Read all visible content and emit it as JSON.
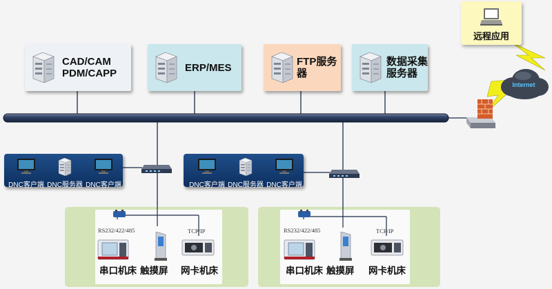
{
  "servers": [
    {
      "label": "CAD/CAM\nPDM/CAPP",
      "bg": "#eef2f7",
      "icon": "server-rack-icon"
    },
    {
      "label": "ERP/MES",
      "bg": "#c9e7ec",
      "icon": "server-rack-icon"
    },
    {
      "label": "FTP服务器",
      "bg": "#fbd8bd",
      "icon": "server-rack-icon"
    },
    {
      "label": "数据采集\n服务器",
      "bg": "#c9e7ec",
      "icon": "server-rack-icon"
    }
  ],
  "remote": {
    "label": "远程应用",
    "icon": "laptop-icon"
  },
  "internet": {
    "label": "Internet",
    "icon": "cloud-icon"
  },
  "firewall": {
    "icon": "firewall-icon"
  },
  "dnc_groups": [
    {
      "items": [
        "DNC客户端",
        "DNC服务器",
        "DNC客户端"
      ]
    },
    {
      "items": [
        "DNC客户端",
        "DNC服务器",
        "DNC客户端"
      ]
    }
  ],
  "machine_groups": [
    {
      "serial_protocol": "RS232/422/485",
      "tcp_protocol": "TCP/IP",
      "labels": [
        "串口机床",
        "触摸屏",
        "网卡机床"
      ]
    },
    {
      "serial_protocol": "RS232/422/485",
      "tcp_protocol": "TCP/IP",
      "labels": [
        "串口机床",
        "触摸屏",
        "网卡机床"
      ]
    }
  ],
  "colors": {
    "backbone": "#2b3c58",
    "dnc_panel": "#17457e",
    "green_panel": "#d4e4b8",
    "lightning": "#f2ee1b"
  }
}
